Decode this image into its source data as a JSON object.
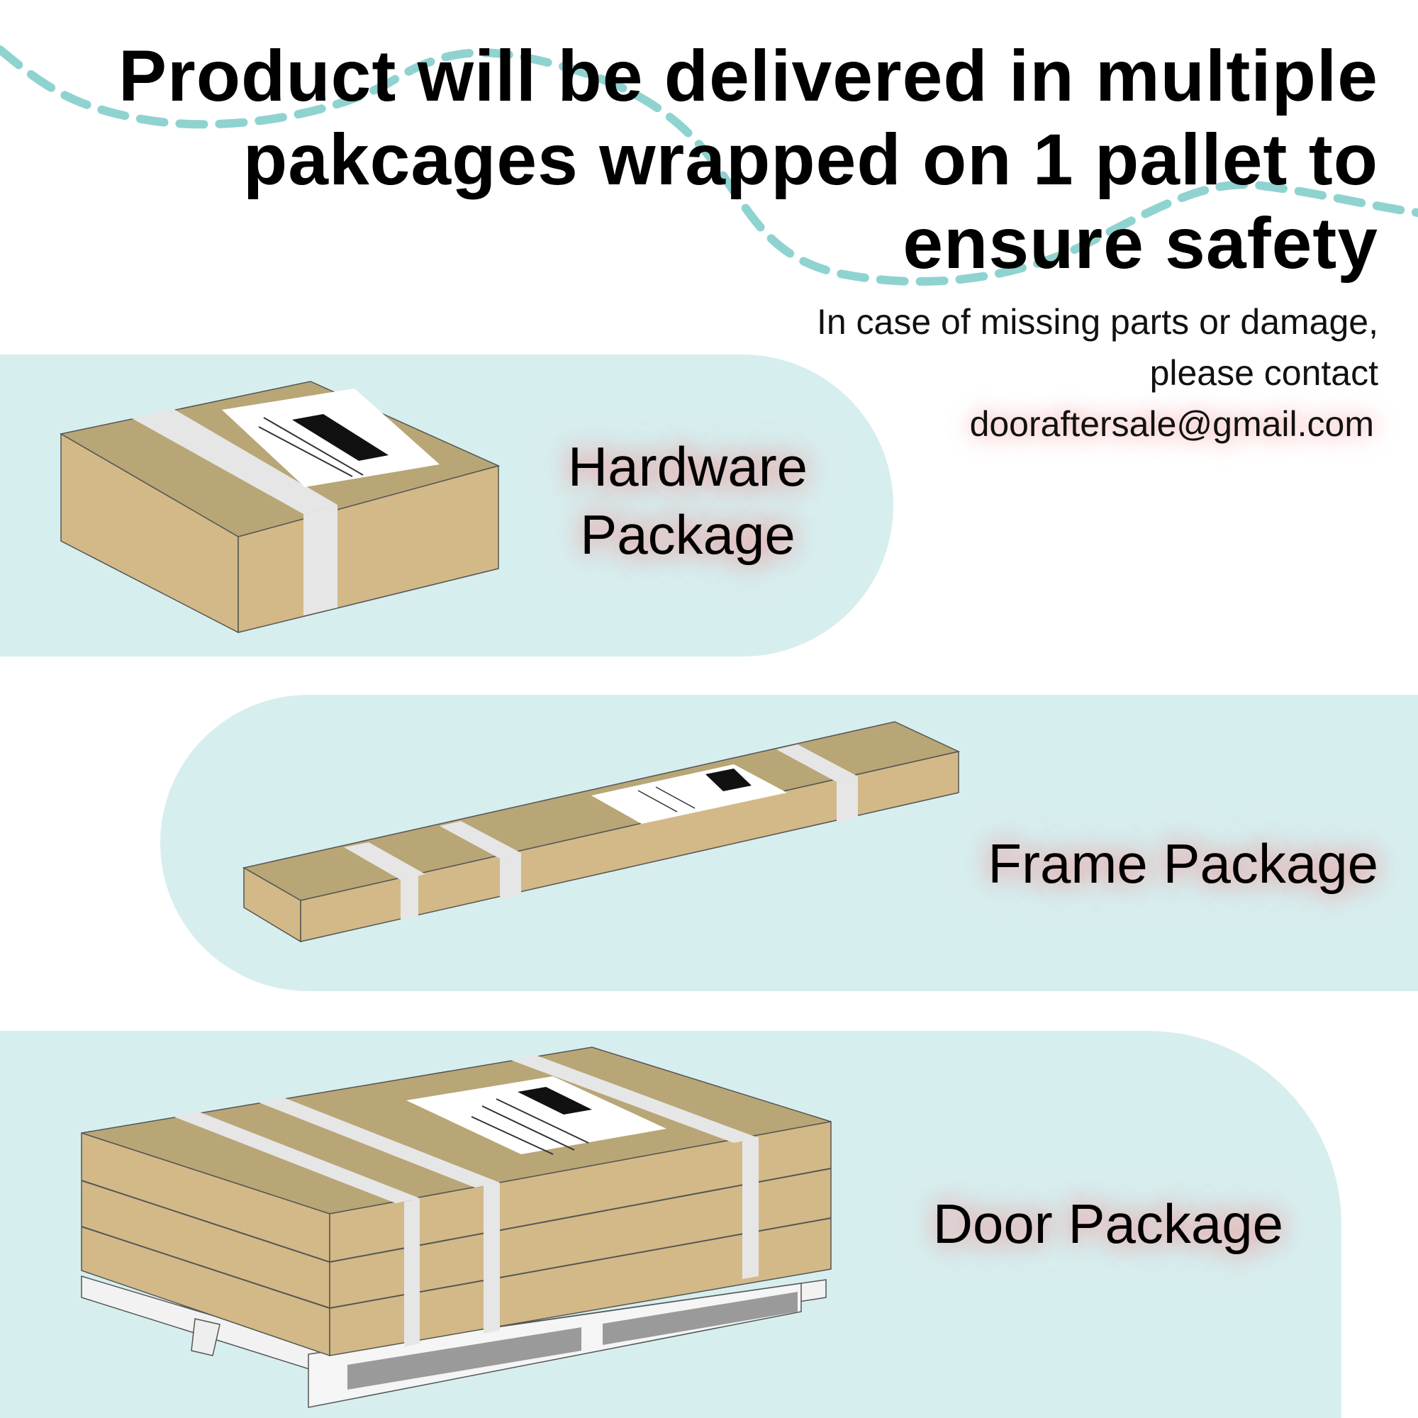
{
  "headline": {
    "lines": [
      "Product will be delivered in multiple",
      "pakcages wrapped on 1 pallet to",
      "ensure safety"
    ]
  },
  "contact": {
    "line1": "In case of missing parts or damage,",
    "line2": "please contact",
    "email": "dooraftersale@gmail.com"
  },
  "packages": {
    "hardware": {
      "line1": "Hardware",
      "line2": "Package"
    },
    "frame": {
      "label": "Frame Package"
    },
    "door": {
      "label": "Door Package"
    }
  },
  "colors": {
    "band": "#d7eeef",
    "dashed_wave": "#8fd3d0",
    "cardboard_front": "#d2b987",
    "cardboard_top": "#b8a677",
    "tape": "#e6e6e6",
    "label_glow": "#f0a0a0"
  }
}
